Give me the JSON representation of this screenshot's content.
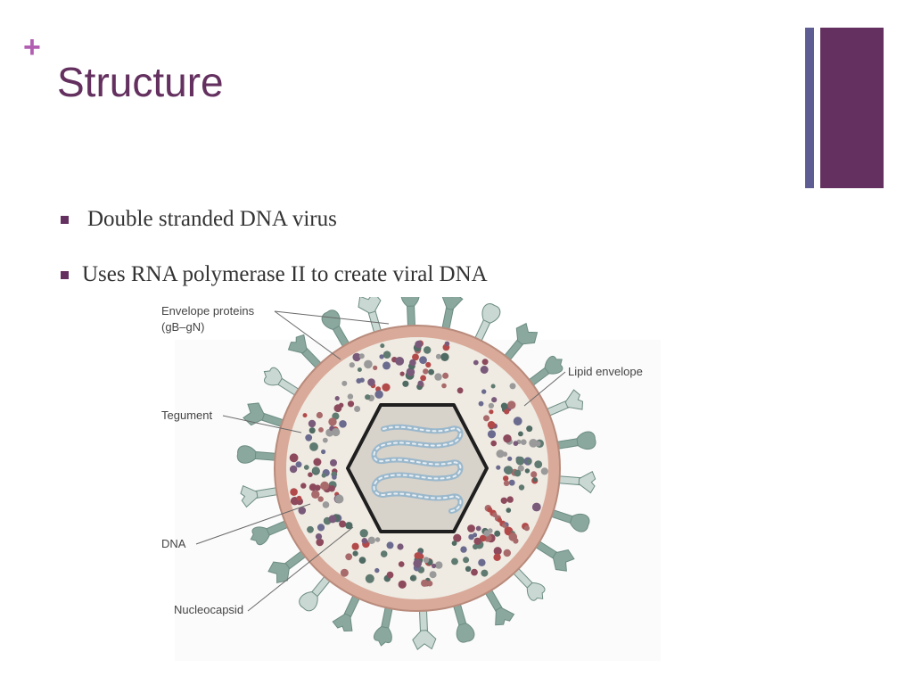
{
  "slide": {
    "title": "Structure",
    "bullets": [
      "Double stranded DNA virus",
      "Uses RNA polymerase II to create viral DNA"
    ]
  },
  "figure": {
    "labels": {
      "envelope_proteins_line1": "Envelope proteins",
      "envelope_proteins_line2": "(gB–gN)",
      "lipid_envelope": "Lipid envelope",
      "tegument": "Tegument",
      "dna": "DNA",
      "nucleocapsid": "Nucleocapsid"
    }
  },
  "colors": {
    "title": "#64305f",
    "plus": "#b25fb2",
    "accent_dark": "#63305f",
    "accent_blue": "#5d5c93",
    "envelope": "#d7a898",
    "spike": "#8aa89e",
    "hexagon": "#222222",
    "dna": "#8fb0c8"
  }
}
